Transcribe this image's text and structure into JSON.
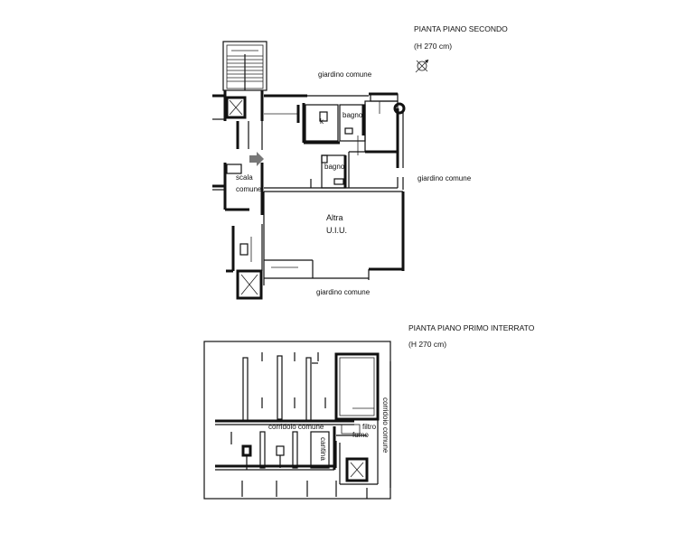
{
  "upper_plan": {
    "title": "PIANTA PIANO SECONDO",
    "height_note": "(H 270 cm)",
    "labels": {
      "garden_top": "giardino comune",
      "garden_right": "giardino comune",
      "garden_bottom": "giardino comune",
      "kitchen": "k",
      "bath_1": "bagno",
      "bath_2": "bagno",
      "stair_1": "scala",
      "stair_2": "comune",
      "other_unit_1": "Altra",
      "other_unit_2": "U.I.U."
    }
  },
  "lower_plan": {
    "title": "PIANTA PIANO PRIMO INTERRATO",
    "height_note": "(H 270 cm)",
    "labels": {
      "corridor_horizontal": "corridoio comune",
      "corridor_vertical": "corridoio comune",
      "filter_1": "filtro",
      "filter_2": "fumo",
      "cellar": "cantina"
    }
  },
  "icons": {
    "compass": "north-arrow-icon",
    "entrance": "entrance-arrow-icon",
    "lift": "elevator-icon"
  }
}
